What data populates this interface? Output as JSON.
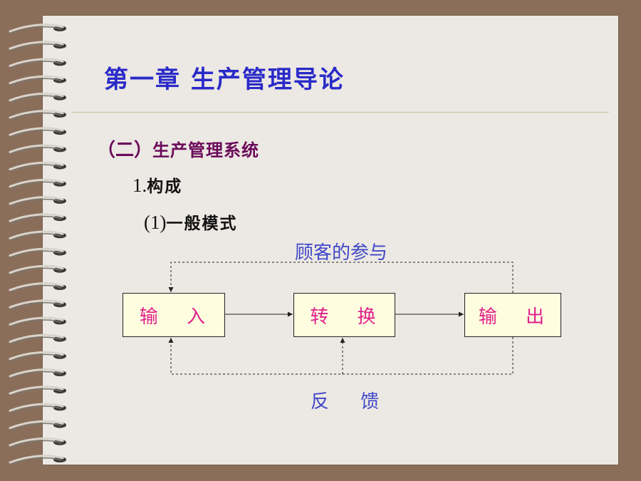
{
  "slide": {
    "title": "第一章  生产管理导论",
    "section_paren": "（二）",
    "section_text": "生产管理系统",
    "item1_number": "1.",
    "item1_text": "构成",
    "item2_number": "(1)",
    "item2_text": "一般模式"
  },
  "diagram": {
    "boxes": [
      "输 入",
      "转 换",
      "输 出"
    ],
    "top_label": "顾客的参与",
    "bottom_label": "反 馈"
  },
  "colors": {
    "background": "#8b6e5a",
    "slide": "#ece8e3",
    "title": "#2a2ac8",
    "section": "#6a0a5a",
    "box_text": "#e0208c",
    "box_fill": "#fffde0",
    "label": "#4048c8"
  }
}
